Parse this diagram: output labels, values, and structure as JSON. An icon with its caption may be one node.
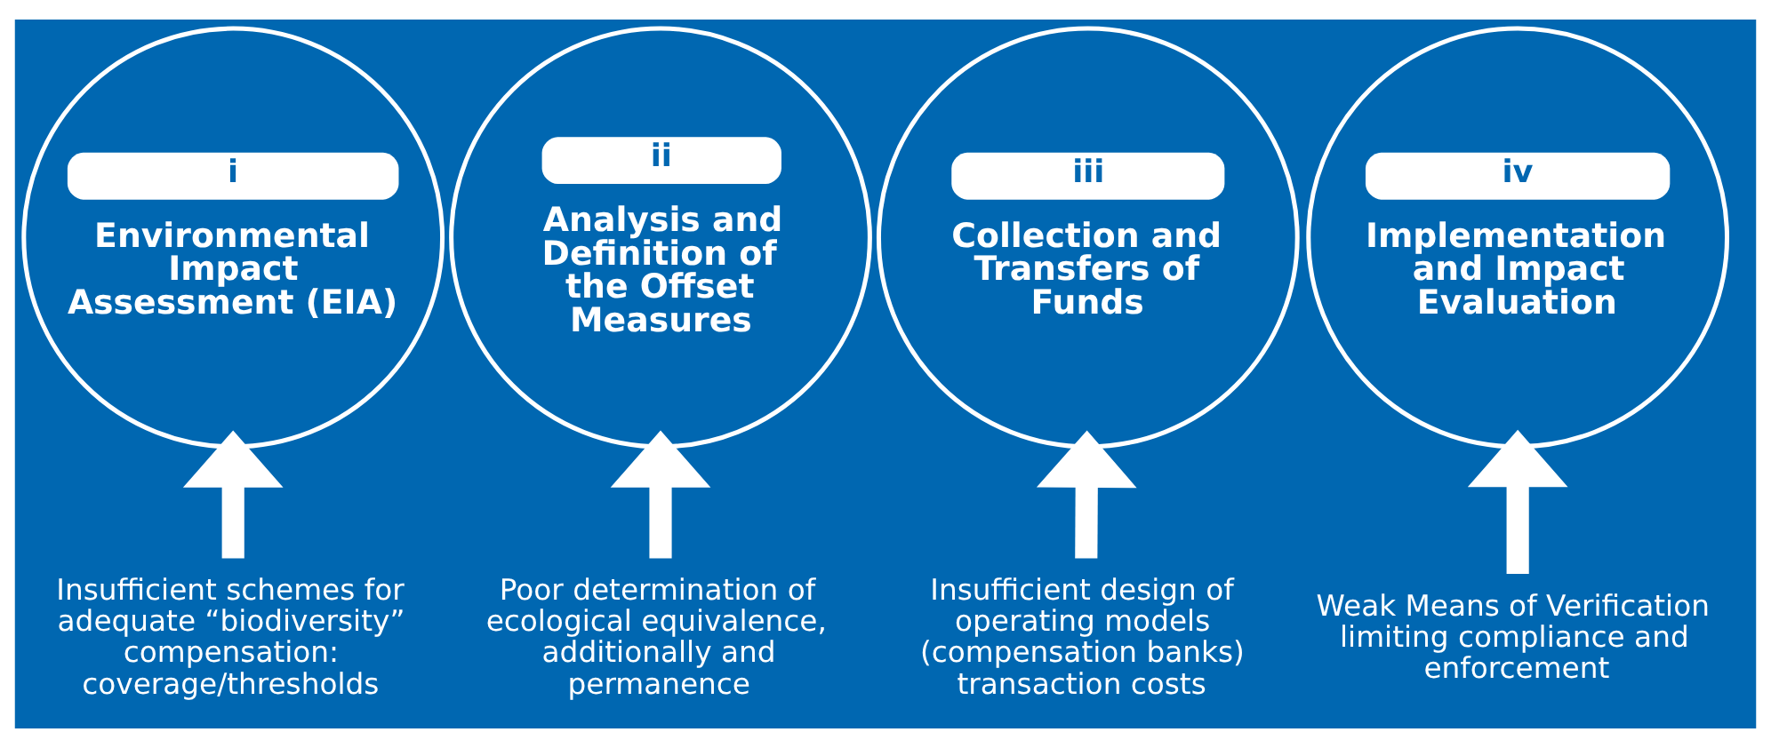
{
  "diagram": {
    "nodes": [
      {
        "text": [
          "i",
          "Environmental Impact Assessment (EIA)"
        ]
      },
      {
        "text": [
          "ii",
          "Analysis and Definition of the Offset Measures"
        ]
      },
      {
        "text": [
          "iii",
          "Collection and Transfers of Funds"
        ]
      },
      {
        "text": [
          "iv",
          "Implementation and Impact Evaluation"
        ]
      },
      {
        "text": [
          "Insufficient schemes for adequate “biodiversity” compensation: coverage/thresholds"
        ]
      },
      {
        "text": [
          "Poor determination of ecological equivalence, additionally and permanence"
        ]
      },
      {
        "text": [
          "Insufficient design of operating models (compensation banks) transaction costs"
        ]
      },
      {
        "text": [
          "Weak Means of Verification limiting compliance and enforcement"
        ]
      }
    ],
    "edges": [
      {
        "from": 4,
        "to": 0,
        "arrow": "to"
      },
      {
        "from": 5,
        "to": 1,
        "arrow": "to"
      },
      {
        "from": 6,
        "to": 2,
        "arrow": "to"
      },
      {
        "from": 7,
        "to": 3,
        "arrow": "to"
      }
    ]
  }
}
